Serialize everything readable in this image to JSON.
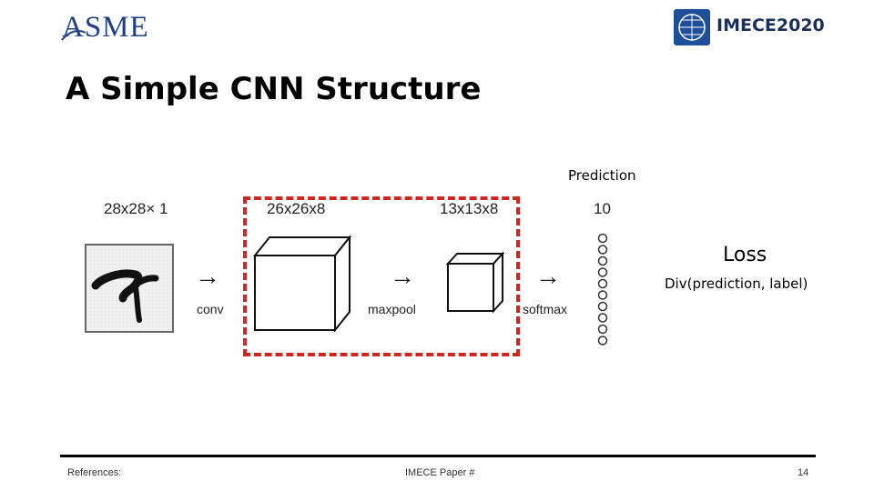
{
  "header": {
    "left_logo_text": "ASME",
    "right_logo_text": "IMECE2020"
  },
  "slide": {
    "title": "A Simple CNN Structure"
  },
  "diagram": {
    "input_size": "28x28× 1",
    "conv_output_size": "26x26x8",
    "pool_output_size": "13x13x8",
    "output_size": "10",
    "conv_label": "conv",
    "pool_label": "maxpool",
    "softmax_label": "softmax",
    "prediction_label": "Prediction",
    "loss_label": "Loss",
    "loss_function": "Div(prediction, label)",
    "highlight_color": "#d0261f",
    "output_nodes": 10
  },
  "footer": {
    "references": "References:",
    "paper": "IMECE Paper #",
    "page": "14"
  }
}
